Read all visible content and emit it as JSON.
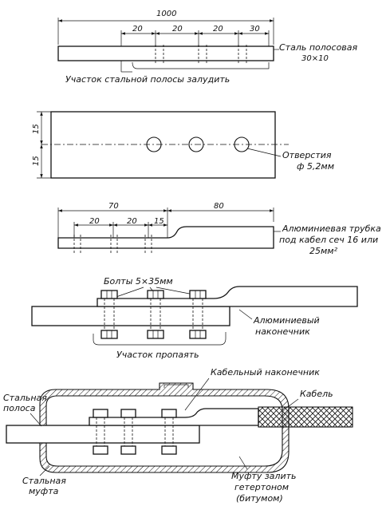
{
  "strip_view": {
    "overall_length": "1000",
    "spacings": [
      "20",
      "20",
      "20",
      "30"
    ],
    "material_label": "Сталь полосовая",
    "material_size": "30×10",
    "tin_note": "Участок стальной полосы залудить"
  },
  "plan_view": {
    "half_width_top": "15",
    "half_width_bottom": "15",
    "holes_label": "Отверстия",
    "holes_size": "ф  5,2мм"
  },
  "tube_view": {
    "dim_70": "70",
    "dim_80": "80",
    "spacings": [
      "20",
      "20",
      "15"
    ],
    "tube_label_line1": "Алюминиевая трубка",
    "tube_label_line2": "под кабел сеч 16 или",
    "tube_label_line3": "25мм²"
  },
  "bolted_view": {
    "bolts_label": "Болты 5×35мм",
    "lug_label_line1": "Алюминиевый",
    "lug_label_line2": "наконечник",
    "solder_note": "Участок пропаять"
  },
  "sleeve_view": {
    "cable_lug_label": "Кабельный наконечник",
    "steel_strip_line1": "Стальная",
    "steel_strip_line2": "полоса",
    "cable_label": "Кабель",
    "sleeve_line1": "Стальная",
    "sleeve_line2": "муфта",
    "fill_line1": "Муфту залить",
    "fill_line2": "гетертоном",
    "fill_line3": "(битумом)"
  }
}
